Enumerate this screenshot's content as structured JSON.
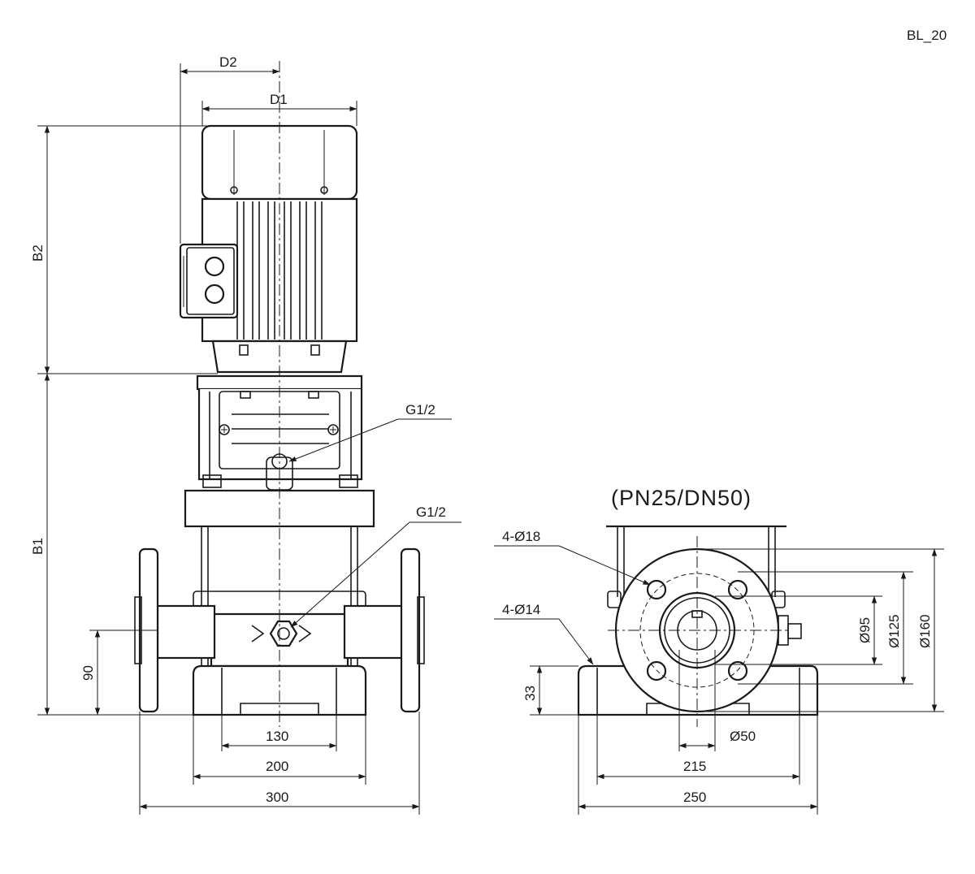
{
  "drawing_id": "BL_20",
  "section_title": "(PN25/DN50)",
  "front_view": {
    "dims": {
      "d2": "D2",
      "d1": "D1",
      "b2": "B2",
      "b1": "B1",
      "h90": "90",
      "w130": "130",
      "w200": "200",
      "w300": "300"
    },
    "callouts": {
      "g_upper": "G1/2",
      "g_lower": "G1/2"
    }
  },
  "side_view": {
    "dims": {
      "holes18": "4-Ø18",
      "holes14": "4-Ø14",
      "h33": "33",
      "d95": "Ø95",
      "d125": "Ø125",
      "d160": "Ø160",
      "d50": "Ø50",
      "w215": "215",
      "w250": "250"
    }
  }
}
